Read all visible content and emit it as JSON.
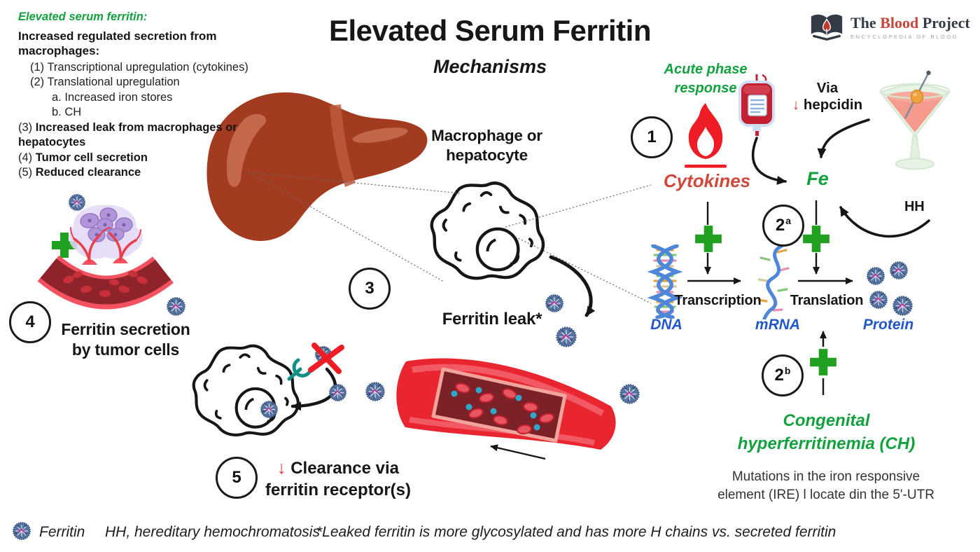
{
  "title": "Elevated Serum Ferritin",
  "subtitle": "Mechanisms",
  "logo": {
    "the": "The ",
    "blood": "Blood",
    "project": " Project",
    "tagline": "ENCYCLOPEDIA OF BLOOD"
  },
  "notes": {
    "heading": "Elevated serum ferritin:",
    "subheading": "Increased regulated secretion from macrophages:",
    "items": [
      {
        "marker": "(1)",
        "text": "Transcriptional upregulation (cytokines)"
      },
      {
        "marker": "(2)",
        "text": "Translational upregulation"
      },
      {
        "marker": "a.",
        "text": "Increased iron stores"
      },
      {
        "marker": "b.",
        "text": "CH"
      },
      {
        "marker": "(3)",
        "text": "Increased leak from macrophages or hepatocytes"
      },
      {
        "marker": "(4)",
        "text": "Tumor cell secretion"
      },
      {
        "marker": "(5)",
        "text": "Reduced clearance"
      }
    ]
  },
  "steps": {
    "s1": "1",
    "s2": "2",
    "s2a": "a",
    "s2b": "b",
    "s3": "3",
    "s4": "4",
    "s5": "5"
  },
  "center": {
    "macrophage1": "Macrophage or",
    "macrophage2": "hepatocyte",
    "ferritin_leak": "Ferritin leak*"
  },
  "right": {
    "acute1": "Acute phase",
    "acute2": "response",
    "cytokines": "Cytokines",
    "via": "Via",
    "down_arrow": "↓",
    "hepcidin": "hepcidin",
    "fe": "Fe",
    "hh": "HH",
    "transcription": "Transcription",
    "translation": "Translation",
    "dna": "DNA",
    "mrna": "mRNA",
    "protein": "Protein",
    "ch1": "Congenital",
    "ch2": "hyperferritinemia (CH)",
    "mut1": "Mutations in the iron responsive",
    "mut2": "element (IRE) l locate din the 5'-UTR"
  },
  "left": {
    "secretion1": "Ferritin secretion",
    "secretion2": "by tumor cells"
  },
  "bottom": {
    "down_arrow": "↓",
    "clearance1": "Clearance via",
    "clearance2": "ferritin receptor(s)"
  },
  "legend": {
    "ferritin": "Ferritin",
    "hh": "HH, hereditary hemochromatosis",
    "note": "*Leaked ferritin is more glycosylated and has more H chains vs. secreted ferritin"
  },
  "colors": {
    "green": "#12a13e",
    "plus": "#22a022",
    "red-accent": "#d0483a",
    "flame": "#ee1c25",
    "arrow-red": "#ee2b36",
    "blue": "#2257c9",
    "ink": "#161616",
    "teal": "#0e8f85",
    "logo-dark": "#333b46",
    "logo-red": "#c9463d"
  }
}
